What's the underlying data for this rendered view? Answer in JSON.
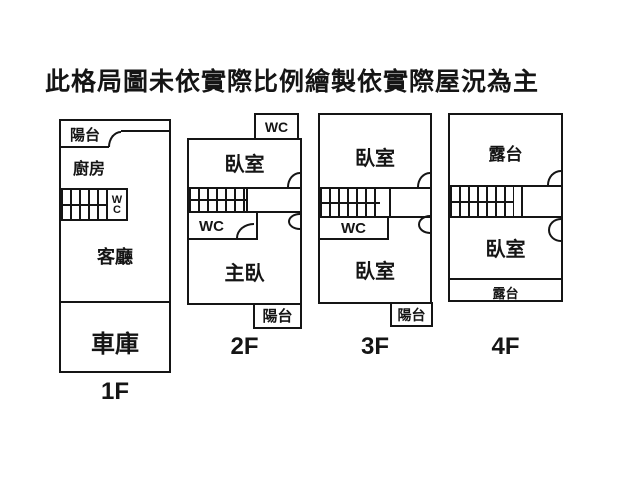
{
  "title": "此格局圖未依實際比例繪製依實際屋況為主",
  "colors": {
    "line": "#151515",
    "background": "#ffffff"
  },
  "floors": {
    "f1": {
      "label": "1F",
      "rooms": {
        "balcony": "陽台",
        "kitchen": "廚房",
        "stair_wc_w": "W",
        "stair_wc_c": "C",
        "living": "客廳",
        "garage": "車庫"
      }
    },
    "f2": {
      "label": "2F",
      "rooms": {
        "wc_top": "WC",
        "bedroom": "臥室",
        "wc": "WC",
        "master": "主臥",
        "balcony": "陽台"
      }
    },
    "f3": {
      "label": "3F",
      "rooms": {
        "bedroom_top": "臥室",
        "wc": "WC",
        "bedroom_bottom": "臥室",
        "balcony": "陽台"
      }
    },
    "f4": {
      "label": "4F",
      "rooms": {
        "terrace_top": "露台",
        "bedroom": "臥室",
        "terrace_bottom": "露台"
      }
    }
  }
}
